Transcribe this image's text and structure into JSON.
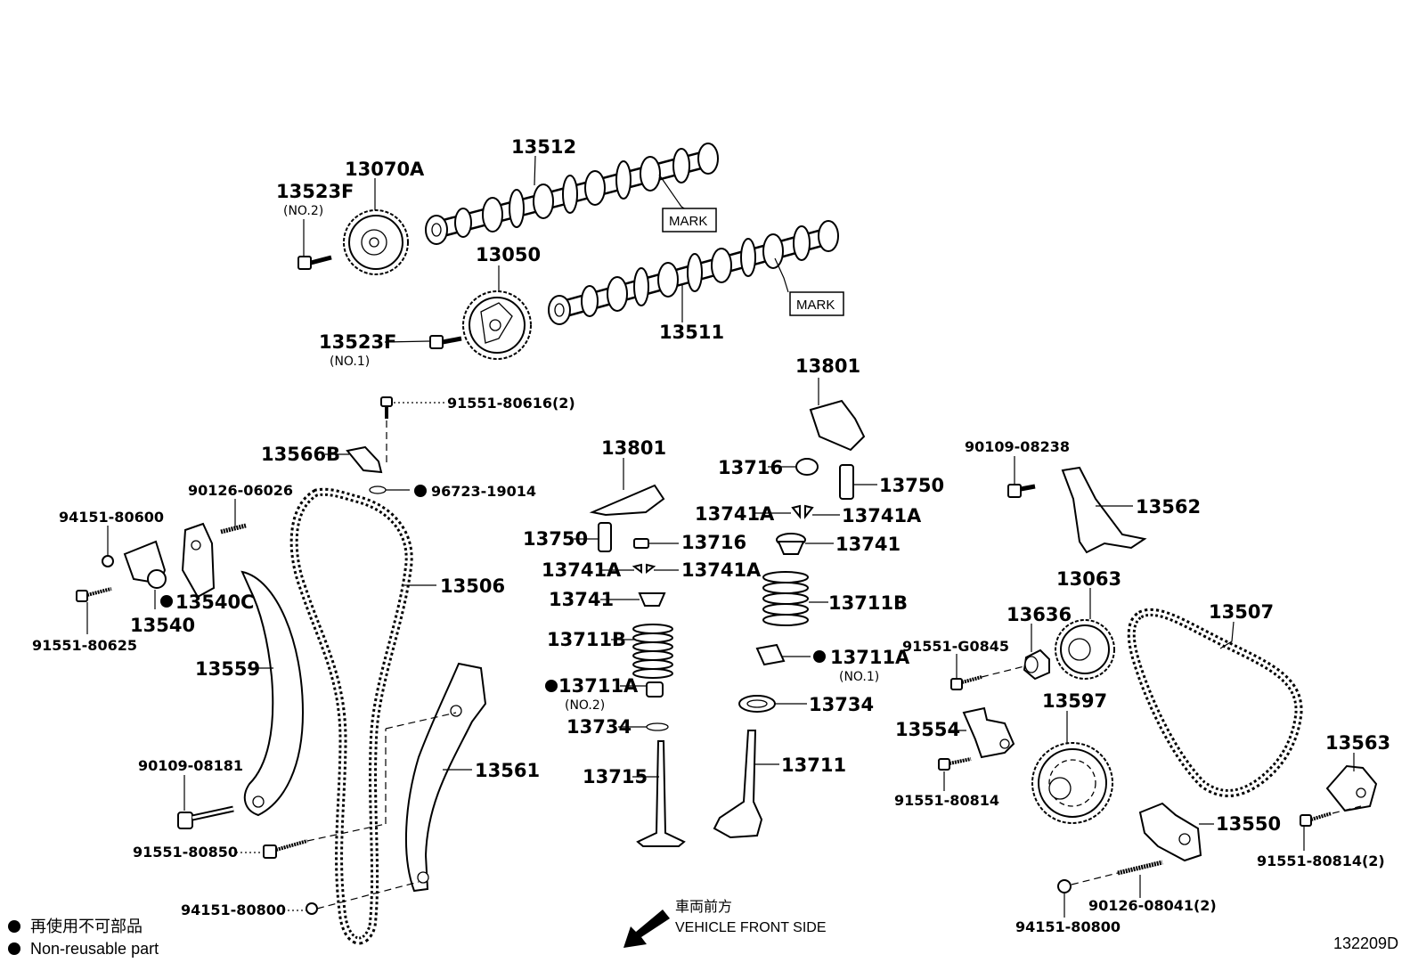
{
  "labels": {
    "p13512": "13512",
    "p13070a": "13070A",
    "p13523f_no2": "13523F",
    "no2_a": "(NO.2)",
    "mark_1": "MARK",
    "p13050": "13050",
    "mark_2": "MARK",
    "p13523f_no1": "13523F",
    "no1_a": "(NO.1)",
    "p13511": "13511",
    "p91551_80616": "91551-80616(2)",
    "p13566b": "13566B",
    "p96723_19014": "96723-19014",
    "p90126_06026": "90126-06026",
    "p94151_80600": "94151-80600",
    "p13540c": "13540C",
    "p13540": "13540",
    "p91551_80625": "91551-80625",
    "p13506": "13506",
    "p13559": "13559",
    "p13561": "13561",
    "p90109_08181": "90109-08181",
    "p91551_80850": "91551-80850",
    "p94151_80800_a": "94151-80800",
    "p13801_a": "13801",
    "p13750_a": "13750",
    "p13716_a": "13716",
    "p13741a_a": "13741A",
    "p13741a_b": "13741A",
    "p13741_a": "13741",
    "p13711b_a": "13711B",
    "p13711a_a": "13711A",
    "no2_b": "(NO.2)",
    "p13734_a": "13734",
    "p13715": "13715",
    "p13801_b": "13801",
    "p13716_b": "13716",
    "p13750_b": "13750",
    "p13741a_c": "13741A",
    "p13741a_d": "13741A",
    "p13741_b": "13741",
    "p13711b_b": "13711B",
    "p13711a_b": "13711A",
    "no1_b": "(NO.1)",
    "p13734_b": "13734",
    "p13711": "13711",
    "p90109_08238": "90109-08238",
    "p13562": "13562",
    "p13063": "13063",
    "p13636": "13636",
    "p91551_g0845": "91551-G0845",
    "p13507": "13507",
    "p13597": "13597",
    "p13554": "13554",
    "p91551_80814_a": "91551-80814",
    "p13563": "13563",
    "p13550": "13550",
    "p91551_80814_2": "91551-80814(2)",
    "p90126_08041": "90126-08041(2)",
    "p94151_80800_b": "94151-80800"
  },
  "legend": {
    "japanese": "再使用不可部品",
    "english": "Non-reusable part"
  },
  "front": {
    "japanese": "車両前方",
    "english": "VEHICLE FRONT SIDE"
  },
  "diagram_id": "132209D"
}
